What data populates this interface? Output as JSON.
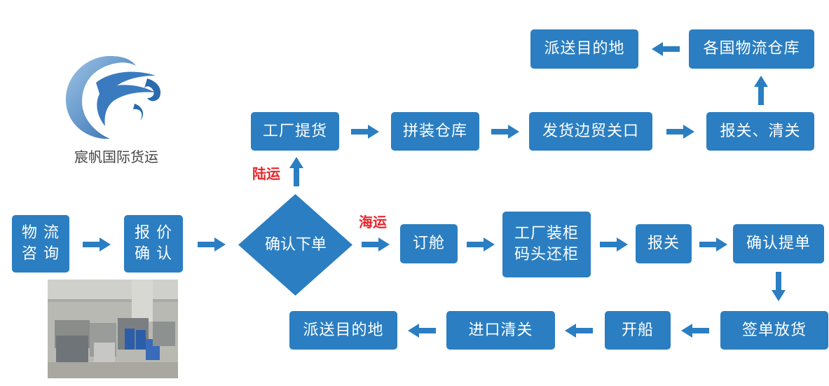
{
  "brand": {
    "name": "宸帆国际货运"
  },
  "colors": {
    "box": "#2b7ec1",
    "route_label": "#e8262c"
  },
  "flow": {
    "common": {
      "consult": "物 流\n咨 询",
      "quote": "报 价\n确 认",
      "confirm_order": "确认下单"
    },
    "land": {
      "label": "陆运",
      "steps": [
        "工厂提货",
        "拼装仓库",
        "发货边贸关口",
        "报关、清关",
        "各国物流仓库",
        "派送目的地"
      ]
    },
    "sea": {
      "label": "海运",
      "steps": [
        "订舱",
        "工厂装柜\n码头还柜",
        "报关",
        "确认提单",
        "签单放货",
        "开船",
        "进口清关",
        "派送目的地"
      ]
    }
  }
}
